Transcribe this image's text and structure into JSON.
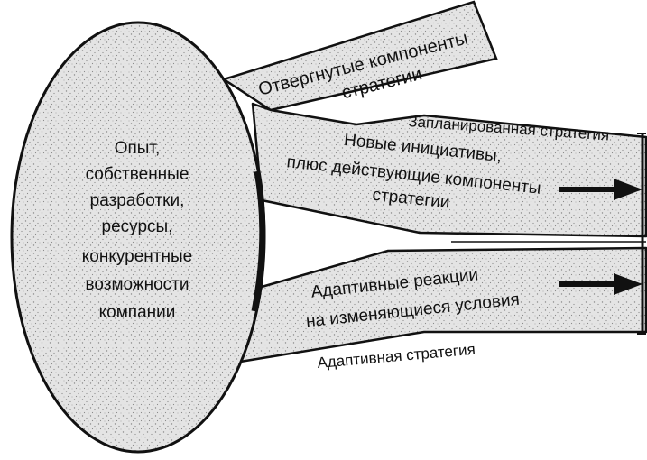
{
  "source": {
    "lines": [
      "Опыт,",
      "собственные",
      "разработки,",
      "ресурсы,",
      "конкурентные",
      "возможности",
      "компании"
    ]
  },
  "rejected": {
    "lines": [
      "Отвергнутые компоненты",
      "стратегии"
    ]
  },
  "planned": {
    "label": "Запланированная стратегия",
    "inner_lines": [
      "Новые инициативы,",
      "плюс действующие компоненты",
      "стратегии"
    ]
  },
  "adaptive": {
    "label": "Адаптивная стратегия",
    "inner_lines": [
      "Адаптивные реакции",
      "на изменяющиеся условия"
    ]
  },
  "colors": {
    "ink": "#111111",
    "fill": "#e4e4e4",
    "speckle": "#8a8a8a"
  },
  "icons": {
    "arrow": "arrow-right-icon"
  }
}
